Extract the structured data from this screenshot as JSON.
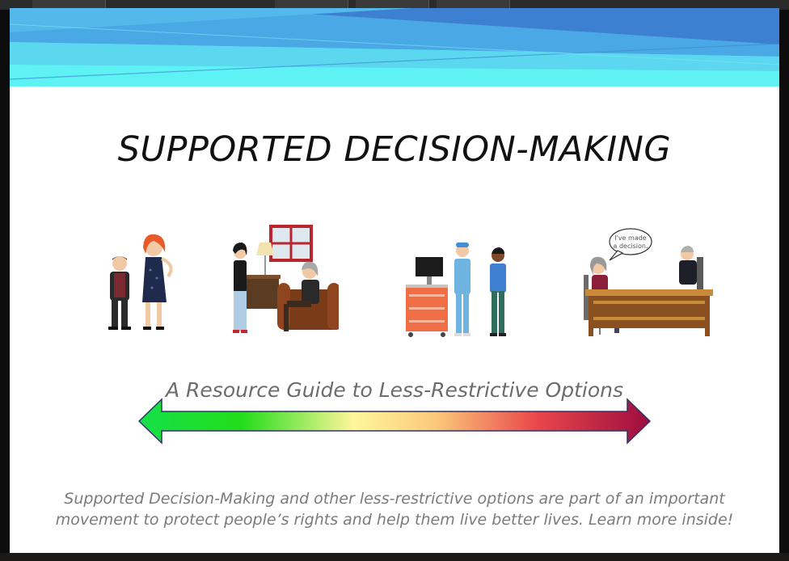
{
  "document": {
    "title": "SUPPORTED DECISION-MAKING",
    "subtitle": "A Resource Guide to Less-Restrictive Options",
    "description_line1": "Supported Decision-Making and other less-restrictive options are part of an important",
    "description_line2": "movement to protect people’s rights and help them live better lives. Learn more inside!"
  },
  "illustrations": {
    "speech_bubble_line1": "I've made",
    "speech_bubble_line2": "a decision."
  },
  "colors": {
    "banner_teal": "#5ef2f4",
    "banner_blue": "#3d7fd0",
    "banner_green_edge": "#22e07a",
    "arrow_green": "#16e04a",
    "arrow_yellow": "#fff69a",
    "arrow_red": "#e9464a",
    "arrow_maroon": "#9c0d3f"
  }
}
